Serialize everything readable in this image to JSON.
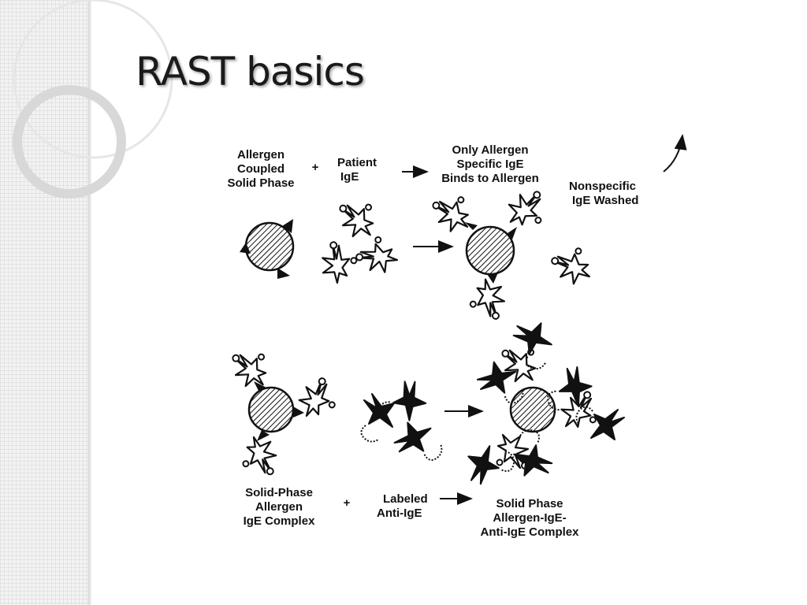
{
  "slide": {
    "title": "RAST basics"
  },
  "diagram": {
    "labels": {
      "allergen_coupled": [
        "Allergen",
        "Coupled",
        "Solid Phase"
      ],
      "plus_top": "+",
      "patient_ige": [
        "Patient",
        "IgE"
      ],
      "only_allergen": [
        "Only Allergen",
        "Specific IgE",
        "Binds to Allergen"
      ],
      "nonspecific": [
        "Nonspecific",
        "IgE Washed"
      ],
      "solid_phase_complex": [
        "Solid-Phase",
        "Allergen",
        "IgE Complex"
      ],
      "plus_bottom": "+",
      "labeled_anti_ige": [
        "Labeled",
        "Anti-IgE"
      ],
      "final_complex": [
        "Solid Phase",
        "Allergen-IgE-",
        "Anti-IgE Complex"
      ]
    }
  },
  "colors": {
    "ink": "#111111",
    "title": "#1a1a1a",
    "sidebar": "#f3f3f3"
  }
}
